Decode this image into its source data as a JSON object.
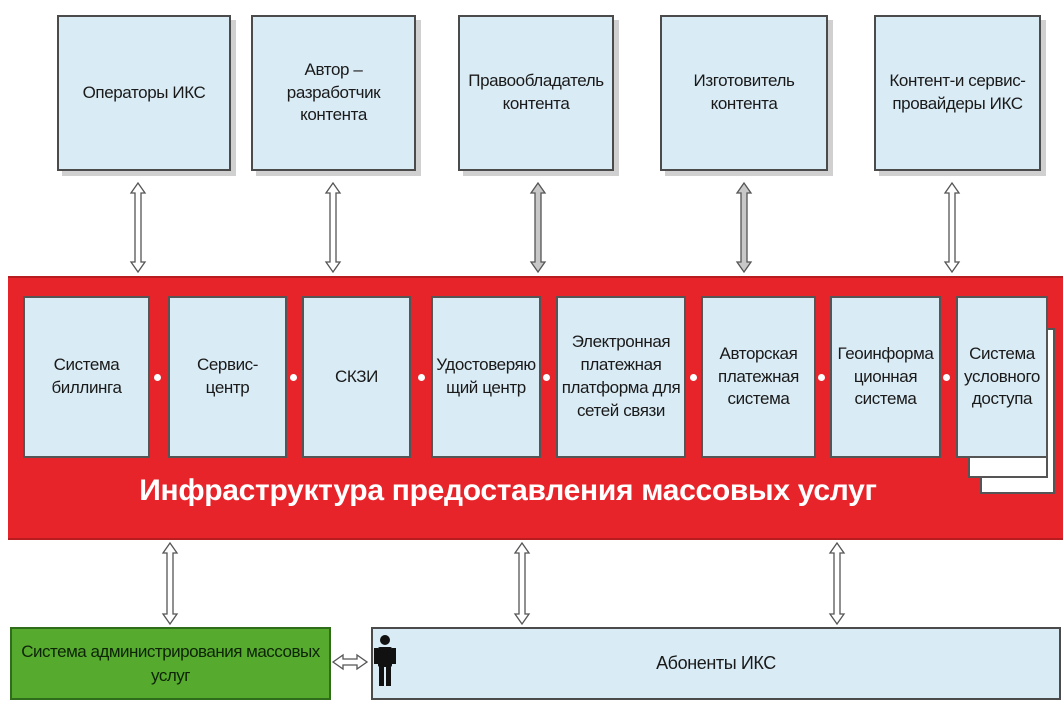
{
  "top_boxes": [
    "Операторы ИКС",
    "Автор –\nразработчик\nконтента",
    "Правообладатель\nконтента",
    "Изготовитель\nконтента",
    "Контент-и сервис-\nпровайдеры ИКС"
  ],
  "inner_boxes": [
    "Система\nбиллинга",
    "Сервис-\nцентр",
    "СКЗИ",
    "Удостоверяю\nщий центр",
    "Электронная\nплатежная\nплатформа для\nсетей связи",
    "Авторская\nплатежная\nсистема",
    "Геоинформа\nционная\nсистема",
    "Система\nусловного\nдоступа"
  ],
  "band_title": "Инфраструктура предоставления массовых услуг",
  "admin_box": "Система администрирования массовых\nуслуг",
  "subscribers_box": "Абоненты ИКС",
  "subscriber_icon": "person-icon",
  "colors": {
    "band": "#e8242b",
    "box_fill": "#d9ebf5",
    "admin_fill": "#56aa2e",
    "band_text": "#ffffff"
  }
}
